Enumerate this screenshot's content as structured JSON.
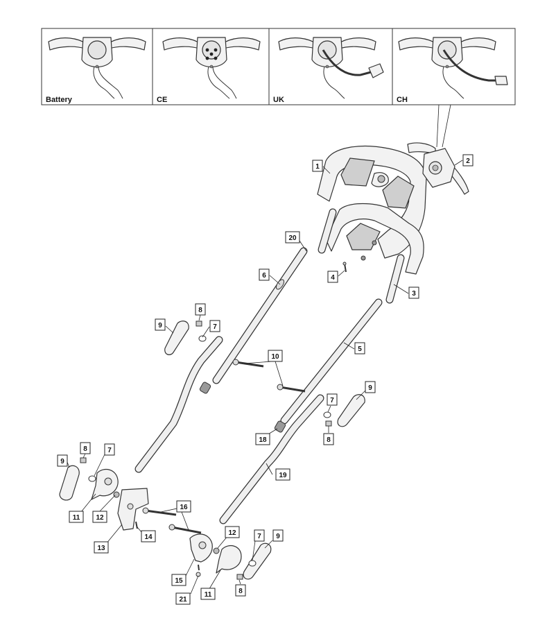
{
  "variants": [
    {
      "id": "battery",
      "label": "Battery"
    },
    {
      "id": "ce",
      "label": "CE"
    },
    {
      "id": "uk",
      "label": "UK"
    },
    {
      "id": "ch",
      "label": "CH"
    }
  ],
  "callouts": [
    {
      "id": "c1",
      "label": "1"
    },
    {
      "id": "c2",
      "label": "2"
    },
    {
      "id": "c3",
      "label": "3"
    },
    {
      "id": "c4",
      "label": "4"
    },
    {
      "id": "c5",
      "label": "5"
    },
    {
      "id": "c6",
      "label": "6"
    },
    {
      "id": "c7a",
      "label": "7"
    },
    {
      "id": "c7b",
      "label": "7"
    },
    {
      "id": "c7c",
      "label": "7"
    },
    {
      "id": "c7d",
      "label": "7"
    },
    {
      "id": "c8a",
      "label": "8"
    },
    {
      "id": "c8b",
      "label": "8"
    },
    {
      "id": "c8c",
      "label": "8"
    },
    {
      "id": "c8d",
      "label": "8"
    },
    {
      "id": "c9a",
      "label": "9"
    },
    {
      "id": "c9b",
      "label": "9"
    },
    {
      "id": "c9c",
      "label": "9"
    },
    {
      "id": "c9d",
      "label": "9"
    },
    {
      "id": "c10",
      "label": "10"
    },
    {
      "id": "c11a",
      "label": "11"
    },
    {
      "id": "c11b",
      "label": "11"
    },
    {
      "id": "c12a",
      "label": "12"
    },
    {
      "id": "c12b",
      "label": "12"
    },
    {
      "id": "c13",
      "label": "13"
    },
    {
      "id": "c14",
      "label": "14"
    },
    {
      "id": "c15",
      "label": "15"
    },
    {
      "id": "c16",
      "label": "16"
    },
    {
      "id": "c18",
      "label": "18"
    },
    {
      "id": "c19",
      "label": "19"
    },
    {
      "id": "c20",
      "label": "20"
    },
    {
      "id": "c21",
      "label": "21"
    }
  ]
}
